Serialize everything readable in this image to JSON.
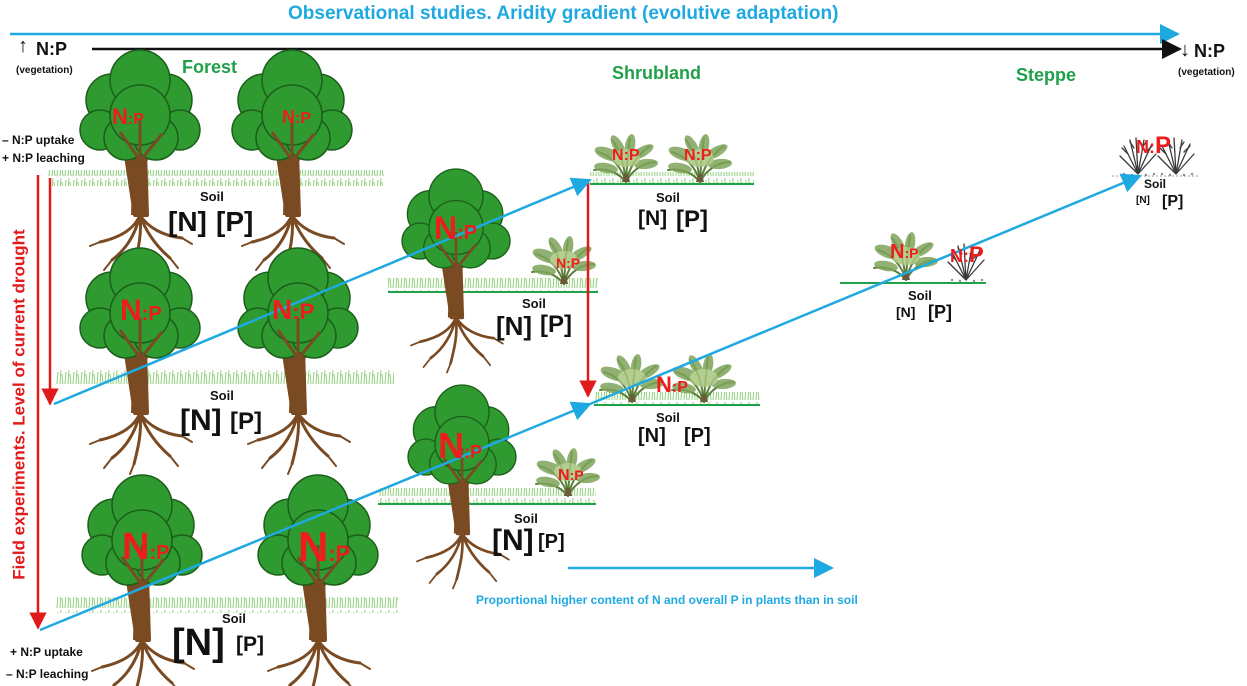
{
  "title": "Observational studies. Aridity gradient (evolutive adaptation)",
  "gradient": {
    "left_label": "N:P",
    "left_sub": "(vegetation)",
    "right_label": "N:P",
    "right_sub": "(vegetation)",
    "left_arrow": "↑",
    "right_arrow": "↓"
  },
  "biomes": {
    "forest": "Forest",
    "shrubland": "Shrubland",
    "steppe": "Steppe"
  },
  "side": {
    "vertical_label": "Field experiments. Level of current drought",
    "top_uptake": "– N:P uptake",
    "top_leaching": "+ N:P leaching",
    "bottom_uptake": "+ N:P uptake",
    "bottom_leaching": "– N:P leaching"
  },
  "soil_label": "Soil",
  "n_label": "[N]",
  "p_label": "[P]",
  "np_n": "N",
  "np_colon": ":",
  "np_p": "P",
  "bottom_note": "Proportional higher content of N and overall P in plants than in soil",
  "colors": {
    "title_cyan": "#1fa9e1",
    "biome_green": "#21a04a",
    "drought_red": "#e11b1b",
    "tree_green": "#2e8b2e",
    "trunk_brown": "#7a4a23"
  },
  "icons": [
    "deciduous-tree-icon",
    "shrub-icon",
    "dry-bush-icon"
  ]
}
